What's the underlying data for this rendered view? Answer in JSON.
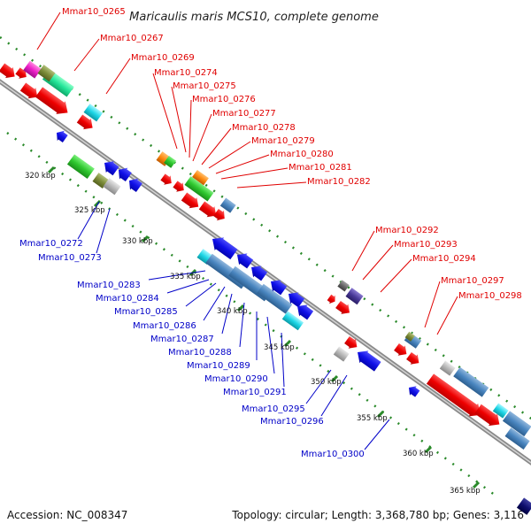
{
  "title": "Maricaulis maris MCS10, complete genome",
  "footer": {
    "accession": "Accession: NC_008347",
    "summary": "Topology: circular; Length: 3,368,780 bp; Genes: 3,116"
  },
  "colors": {
    "forward_label": "#e00000",
    "reverse_label": "#0000c8",
    "backbone": "#9a9a9a",
    "tick": "#2a8a2a"
  },
  "scale_labels": [
    {
      "text": "320 kbp"
    },
    {
      "text": "325 kbp"
    },
    {
      "text": "330 kbp"
    },
    {
      "text": "335 kbp"
    },
    {
      "text": "340 kbp"
    },
    {
      "text": "345 kbp"
    },
    {
      "text": "350 kbp"
    },
    {
      "text": "355 kbp"
    },
    {
      "text": "360 kbp"
    },
    {
      "text": "365 kbp"
    }
  ],
  "forward_genes": [
    {
      "label": "Mmar10_0265"
    },
    {
      "label": "Mmar10_0267"
    },
    {
      "label": "Mmar10_0269"
    },
    {
      "label": "Mmar10_0274"
    },
    {
      "label": "Mmar10_0275"
    },
    {
      "label": "Mmar10_0276"
    },
    {
      "label": "Mmar10_0277"
    },
    {
      "label": "Mmar10_0278"
    },
    {
      "label": "Mmar10_0279"
    },
    {
      "label": "Mmar10_0280"
    },
    {
      "label": "Mmar10_0281"
    },
    {
      "label": "Mmar10_0282"
    },
    {
      "label": "Mmar10_0292"
    },
    {
      "label": "Mmar10_0293"
    },
    {
      "label": "Mmar10_0294"
    },
    {
      "label": "Mmar10_0297"
    },
    {
      "label": "Mmar10_0298"
    }
  ],
  "reverse_genes": [
    {
      "label": "Mmar10_0272"
    },
    {
      "label": "Mmar10_0273"
    },
    {
      "label": "Mmar10_0283"
    },
    {
      "label": "Mmar10_0284"
    },
    {
      "label": "Mmar10_0285"
    },
    {
      "label": "Mmar10_0286"
    },
    {
      "label": "Mmar10_0287"
    },
    {
      "label": "Mmar10_0288"
    },
    {
      "label": "Mmar10_0289"
    },
    {
      "label": "Mmar10_0290"
    },
    {
      "label": "Mmar10_0291"
    },
    {
      "label": "Mmar10_0295"
    },
    {
      "label": "Mmar10_0296"
    },
    {
      "label": "Mmar10_0300"
    }
  ]
}
